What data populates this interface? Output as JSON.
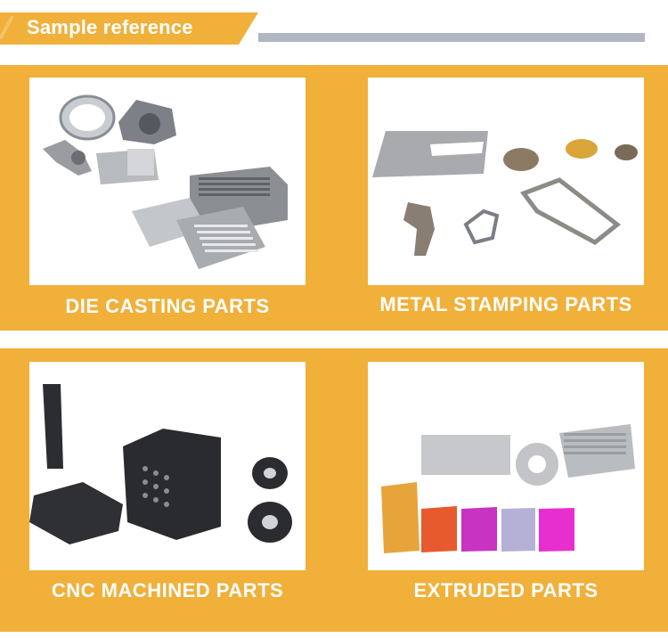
{
  "header": {
    "title": "Sample reference",
    "colors": {
      "banner": "#f0b03a",
      "rule": "#b0b6c2"
    }
  },
  "accent_color": "#f0b03a",
  "panels": [
    {
      "caption": "DIE CASTING PARTS"
    },
    {
      "caption": "METAL STAMPING PARTS"
    },
    {
      "caption": "CNC MACHINED PARTS"
    },
    {
      "caption": "EXTRUDED PARTS"
    }
  ]
}
